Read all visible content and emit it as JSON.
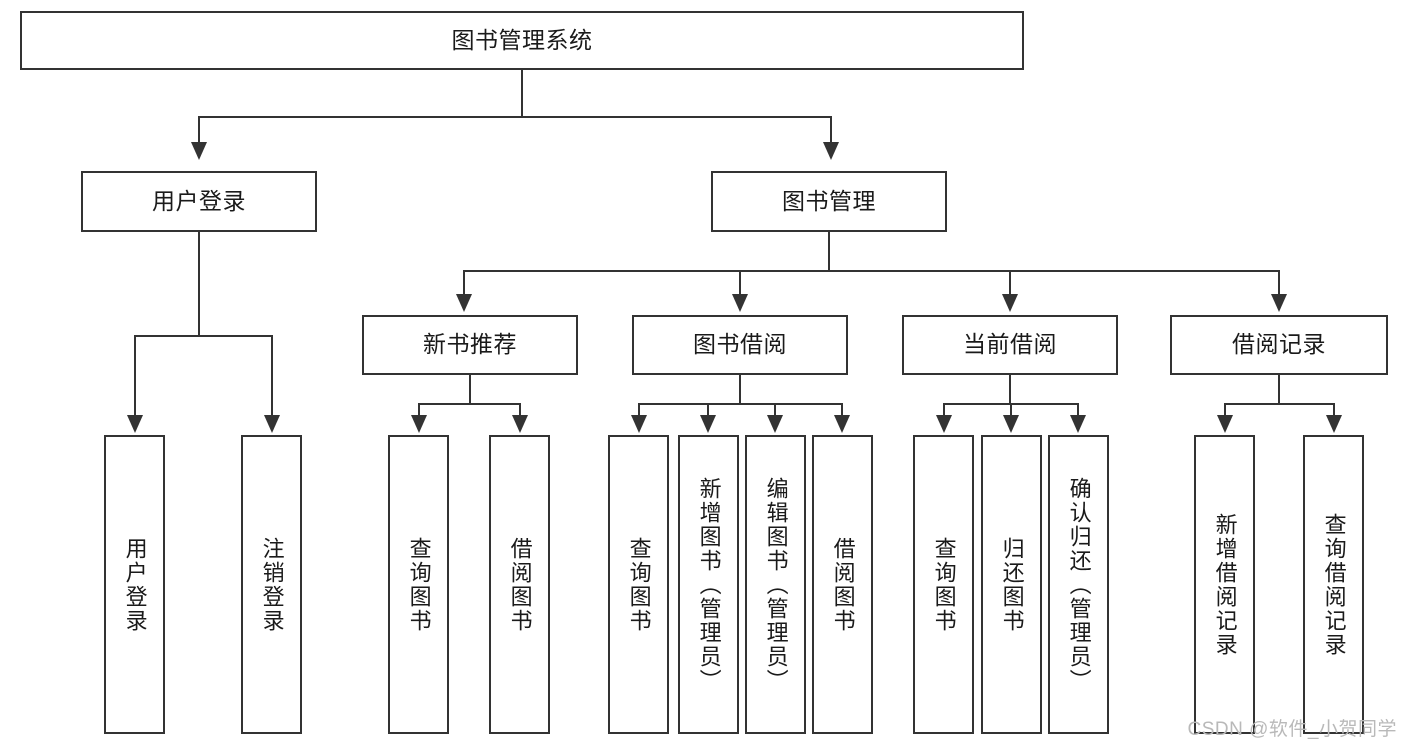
{
  "diagram": {
    "type": "tree",
    "title": "图书管理系统",
    "root": {
      "label": "图书管理系统"
    },
    "level2": [
      {
        "label": "用户登录"
      },
      {
        "label": "图书管理"
      }
    ],
    "level3": [
      {
        "label": "新书推荐"
      },
      {
        "label": "图书借阅"
      },
      {
        "label": "当前借阅"
      },
      {
        "label": "借阅记录"
      }
    ],
    "leaves": {
      "user_login": [
        {
          "label": "用户登录"
        },
        {
          "label": "注销登录"
        }
      ],
      "new_book_recommend": [
        {
          "label": "查询图书"
        },
        {
          "label": "借阅图书"
        }
      ],
      "book_borrow": [
        {
          "label": "查询图书"
        },
        {
          "label": "新增图书（管理员）"
        },
        {
          "label": "编辑图书（管理员）"
        },
        {
          "label": "借阅图书"
        }
      ],
      "current_borrow": [
        {
          "label": "查询图书"
        },
        {
          "label": "归还图书"
        },
        {
          "label": "确认归还（管理员）"
        }
      ],
      "borrow_records": [
        {
          "label": "新增借阅记录"
        },
        {
          "label": "查询借阅记录"
        }
      ]
    }
  },
  "watermark": {
    "text": "CSDN @软件_小贺同学"
  },
  "colors": {
    "stroke": "#333333",
    "background": "#ffffff",
    "text": "#1a1a1a",
    "watermark": "#b9b9b9"
  }
}
